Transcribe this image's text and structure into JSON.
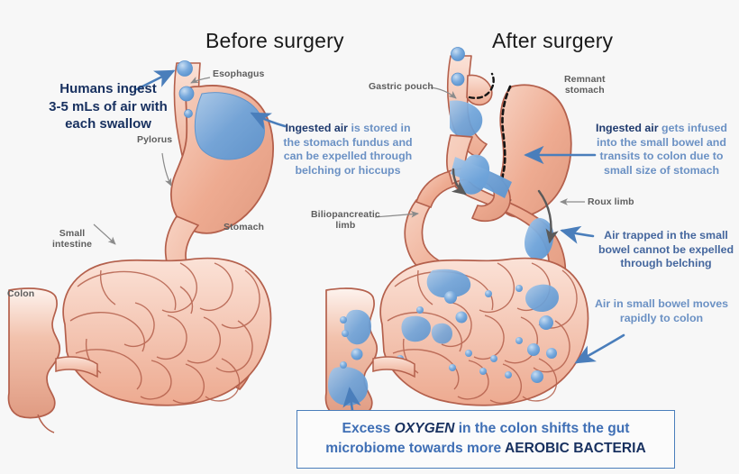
{
  "titles": {
    "before": "Before surgery",
    "after": "After surgery"
  },
  "labels": {
    "esophagus": "Esophagus",
    "pylorus": "Pylorus",
    "stomach": "Stomach",
    "small_intestine": "Small\nintestine",
    "colon": "Colon",
    "gastric_pouch": "Gastric pouch",
    "remnant_stomach": "Remnant\nstomach",
    "biliopancreatic_limb": "Biliopancreatic\nlimb",
    "roux_limb": "Roux limb"
  },
  "annotations": {
    "humans_ingest": "Humans ingest\n3-5 mLs of air with\neach swallow",
    "ingested_air_before_bold": "Ingested air",
    "ingested_air_before_rest": " is stored in the stomach fundus and can be expelled through belching or hiccups",
    "ingested_air_after_bold": "Ingested air",
    "ingested_air_after_rest": " gets infused into the small bowel and transits to colon due to small size of stomach",
    "air_trapped": "Air trapped in the small bowel cannot be expelled through belching",
    "air_moves": "Air in small bowel moves rapidly to colon"
  },
  "callout": {
    "part1": "Excess ",
    "oxygen": "OXYGEN",
    "part2": " in the colon shifts the gut microbiome towards more ",
    "bacteria": "AEROBIC BACTERIA"
  },
  "colors": {
    "background": "#f7f7f7",
    "tissue": "#eeac92",
    "tissue_light": "#f6cdbb",
    "tissue_outline": "#b4604c",
    "air_blue": "#6ba3d8",
    "arrow_blue": "#4a7ebb",
    "navy": "#17305f",
    "blue_text": "#6b91c4",
    "grey_label": "#5d5d5d",
    "staple_black": "#151515",
    "flow_arrow": "#5a5a5a"
  }
}
